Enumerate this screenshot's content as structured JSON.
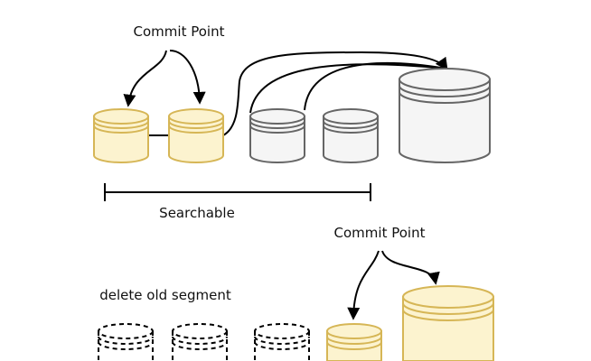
{
  "labels": {
    "commit_point_top": "Commit Point",
    "searchable": "Searchable",
    "commit_point_bottom": "Commit Point",
    "delete_old_segment": "delete old segment"
  },
  "colors": {
    "committed_fill": "#fcf3cf",
    "committed_stroke": "#d6b656",
    "uncommitted_fill": "#f5f5f5",
    "uncommitted_stroke": "#666666",
    "line": "#000000"
  },
  "segments": {
    "committed": "segment-committed",
    "uncommitted": "segment-uncommitted",
    "merged": "segment-merged",
    "deleted": "segment-deleted"
  }
}
